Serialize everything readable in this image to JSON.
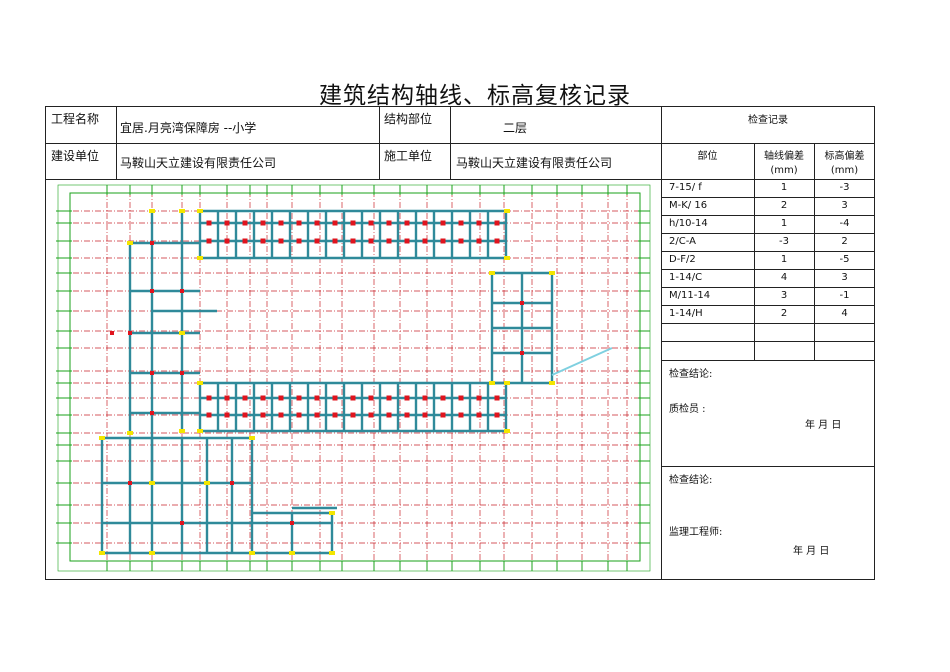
{
  "title": "建筑结构轴线、标高复核记录",
  "header": {
    "project_label": "工程名称",
    "project_value": "宜居.月亮湾保障房 --小学",
    "part_label": "结构部位",
    "part_value": "二层",
    "check_record_label": "检查记录",
    "builder_label": "建设单位",
    "builder_value": "马鞍山天立建设有限责任公司",
    "contractor_label": "施工单位",
    "contractor_value": "马鞍山天立建设有限责任公司"
  },
  "record_table": {
    "col_part": "部位",
    "col_axis": "轴线偏差",
    "col_axis_unit": "(mm)",
    "col_elev": "标高偏差",
    "col_elev_unit": "(mm)",
    "rows": [
      {
        "part": "7-15/ f",
        "axis": "1",
        "elev": "-3"
      },
      {
        "part": "M-K/ 16",
        "axis": "2",
        "elev": "3"
      },
      {
        "part": "h/10-14",
        "axis": "1",
        "elev": "-4"
      },
      {
        "part": "2/C-A",
        "axis": "-3",
        "elev": "2"
      },
      {
        "part": "D-F/2",
        "axis": "1",
        "elev": "-5"
      },
      {
        "part": "1-14/C",
        "axis": "4",
        "elev": "3"
      },
      {
        "part": "M/11-14",
        "axis": "3",
        "elev": "-1"
      },
      {
        "part": "1-14/H",
        "axis": "2",
        "elev": "4"
      }
    ]
  },
  "conclusion1": {
    "label": "检查结论:",
    "inspector_label": "质检员 :",
    "date": "年    月      日"
  },
  "conclusion2": {
    "label": "检查结论:",
    "supervisor_label": "监理工程师:",
    "date": "年      月       日"
  },
  "colors": {
    "column_red": "#e0141e",
    "column_yellow": "#f3e600",
    "axis_green": "#1aa21a",
    "beam": "#2f8a9a"
  }
}
